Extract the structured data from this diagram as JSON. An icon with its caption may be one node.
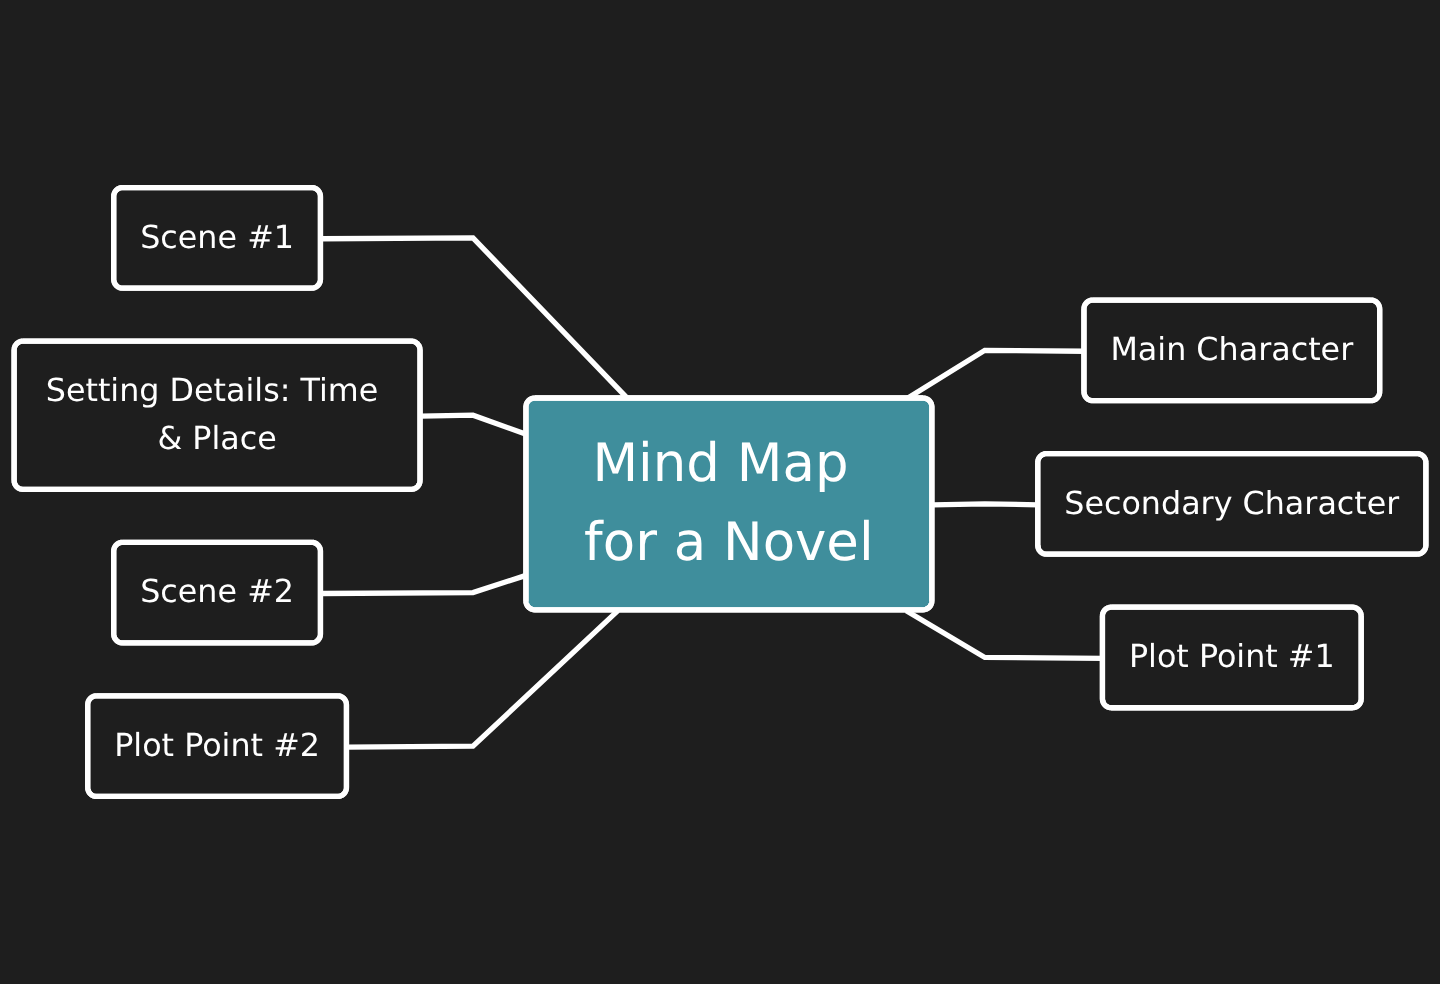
{
  "diagram": {
    "nodes": [
      {
        "text": [
          "Mind Map for a Novel"
        ]
      },
      {
        "text": [
          "Scene #1"
        ]
      },
      {
        "text": [
          "Setting Details: Time & Place"
        ]
      },
      {
        "text": [
          "Main Character"
        ]
      },
      {
        "text": [
          "Scene #2"
        ]
      },
      {
        "text": [
          "Secondary Character"
        ]
      },
      {
        "text": [
          "Plot Point #2"
        ]
      },
      {
        "text": [
          "Plot Point #1"
        ]
      }
    ],
    "edges": [
      {
        "from": 1,
        "to": 0,
        "arrow": "none"
      },
      {
        "from": 2,
        "to": 0,
        "arrow": "none"
      },
      {
        "from": 0,
        "to": 3,
        "arrow": "none"
      },
      {
        "from": 4,
        "to": 0,
        "arrow": "none"
      },
      {
        "from": 0,
        "to": 5,
        "arrow": "none"
      },
      {
        "from": 6,
        "to": 0,
        "arrow": "none"
      },
      {
        "from": 0,
        "to": 7,
        "arrow": "none"
      }
    ]
  }
}
